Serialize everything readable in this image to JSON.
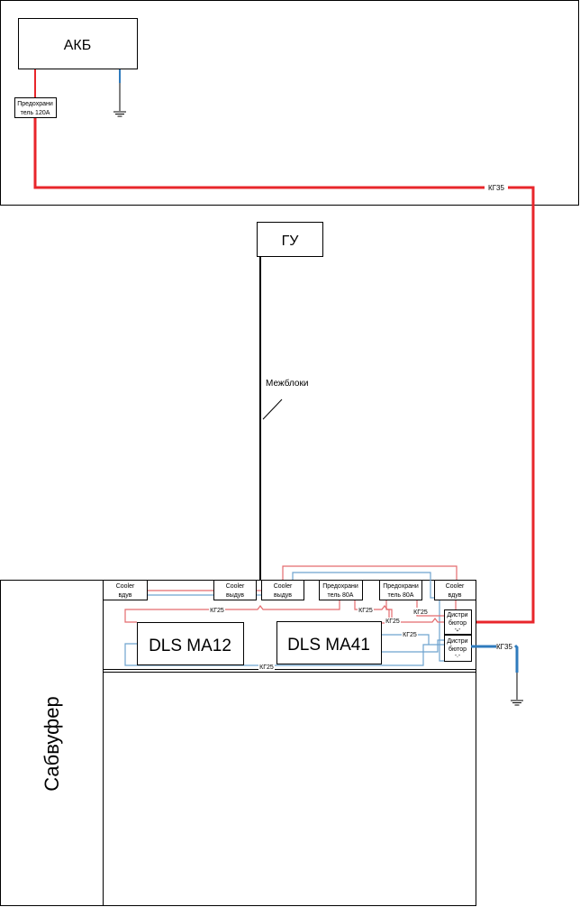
{
  "labels": {
    "battery": "АКБ",
    "fuse_main": [
      "Предохрани",
      "тель 120А"
    ],
    "wire_kg35_top": "КГ35",
    "head_unit": "ГУ",
    "interconnects": "Межблоки",
    "subwoofer": "Сабвуфер",
    "cooler1": [
      "Cooler",
      "вдув"
    ],
    "cooler2": [
      "Cooler",
      "выдув"
    ],
    "cooler3": [
      "Cooler",
      "выдув"
    ],
    "fuse80_1": [
      "Предохрани",
      "тель 80А"
    ],
    "fuse80_2": [
      "Предохрани",
      "тель 80А"
    ],
    "cooler4": [
      "Cooler",
      "вдув"
    ],
    "amp1": "DLS MA12",
    "amp2": "DLS MA41",
    "dist_plus": [
      "Дистри",
      "бютор",
      "\"+\""
    ],
    "dist_minus": [
      "Дистри",
      "бютор",
      "\"-\""
    ],
    "wire_kg25": "КГ25",
    "wire_kg35_ground": "КГ35"
  },
  "colors": {
    "positive": "#e8262b",
    "negative": "#2f7bbd"
  }
}
